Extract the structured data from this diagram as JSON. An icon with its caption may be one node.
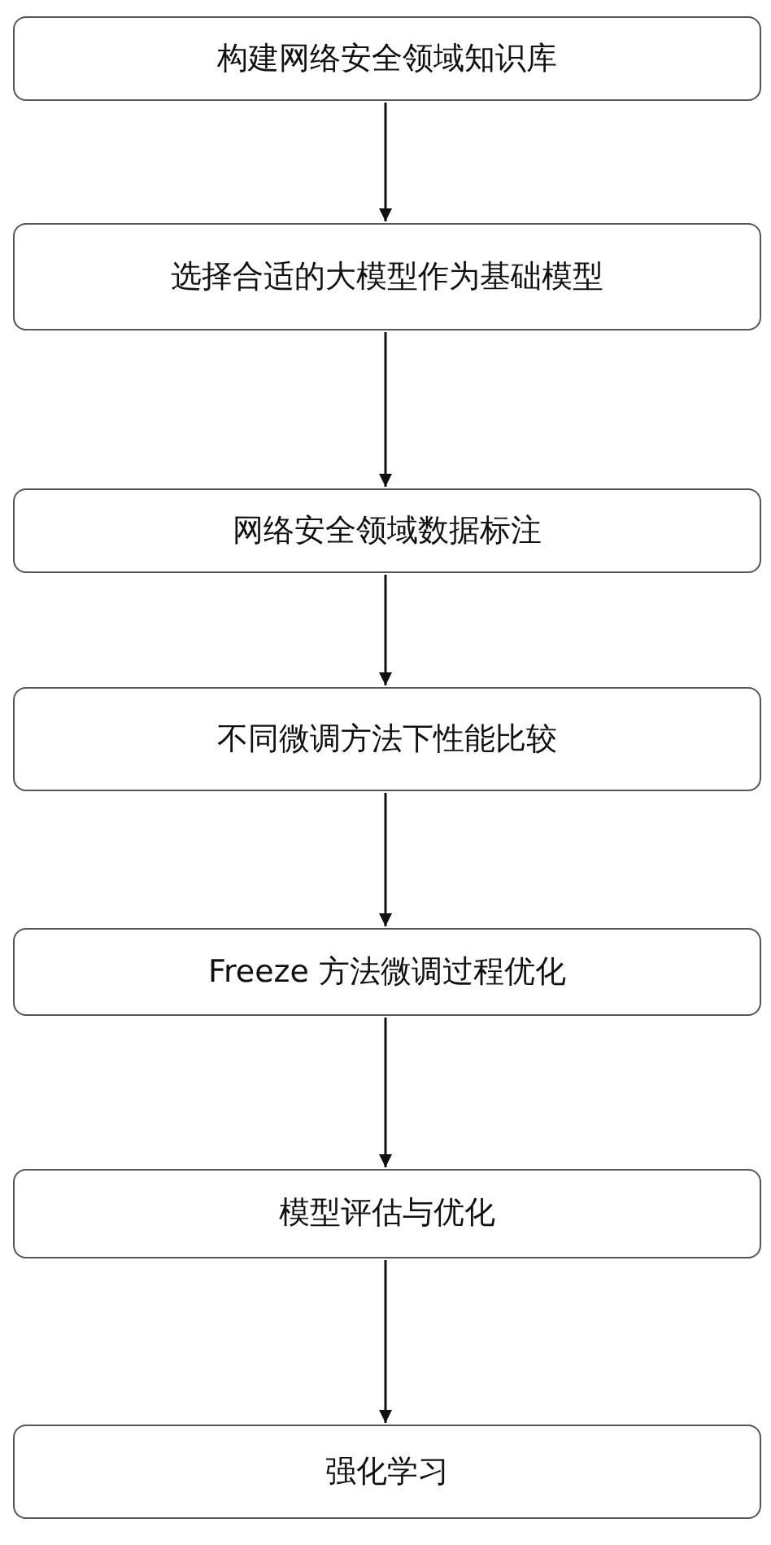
{
  "diagram": {
    "nodes": [
      {
        "text": [
          "构建网络安全领域知识库"
        ]
      },
      {
        "text": [
          "选择合适的大模型作为基础模型"
        ]
      },
      {
        "text": [
          "网络安全领域数据标注"
        ]
      },
      {
        "text": [
          "不同微调方法下性能比较"
        ]
      },
      {
        "text": [
          "Freeze 方法微调过程优化"
        ]
      },
      {
        "text": [
          "模型评估与优化"
        ]
      },
      {
        "text": [
          "强化学习"
        ]
      }
    ],
    "edges": [
      {
        "from": 0,
        "to": 1,
        "arrow": "to"
      },
      {
        "from": 1,
        "to": 2,
        "arrow": "to"
      },
      {
        "from": 2,
        "to": 3,
        "arrow": "to"
      },
      {
        "from": 3,
        "to": 4,
        "arrow": "to"
      },
      {
        "from": 4,
        "to": 5,
        "arrow": "to"
      },
      {
        "from": 5,
        "to": 6,
        "arrow": "to"
      }
    ]
  }
}
